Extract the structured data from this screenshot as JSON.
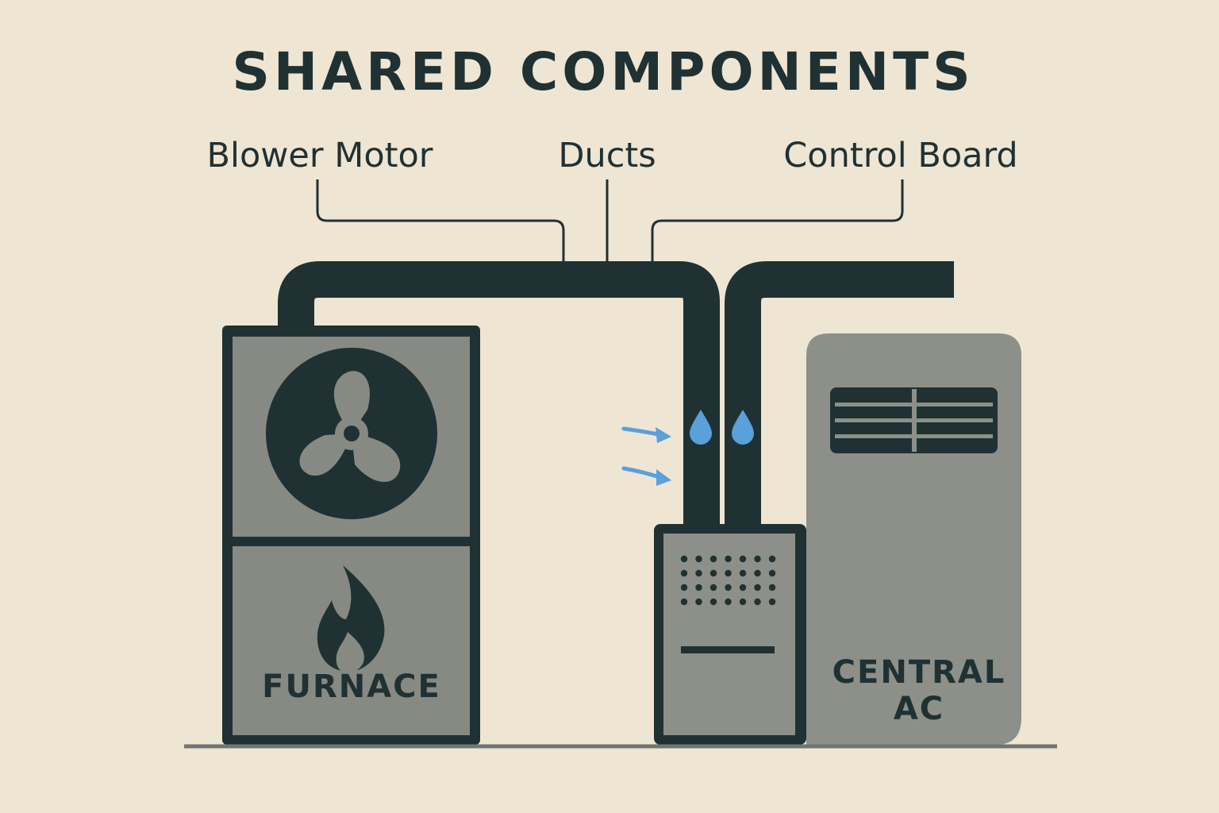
{
  "title": "SHARED COMPONENTS",
  "labels": {
    "blower_motor": "Blower Motor",
    "ducts": "Ducts",
    "control_board": "Control Board"
  },
  "units": {
    "furnace": "FURNACE",
    "central_ac_line1": "CENTRAL",
    "central_ac_line2": "AC"
  },
  "colors": {
    "background": "#efe5d3",
    "dark": "#1f3133",
    "unit_gray": "#878a83",
    "cabinet_gray": "#8d8f89",
    "water_blue": "#5aa0da"
  },
  "icons": [
    "fan-icon",
    "flame-icon",
    "water-drop-icon",
    "airflow-arrow-icon",
    "vent-grille-icon"
  ]
}
